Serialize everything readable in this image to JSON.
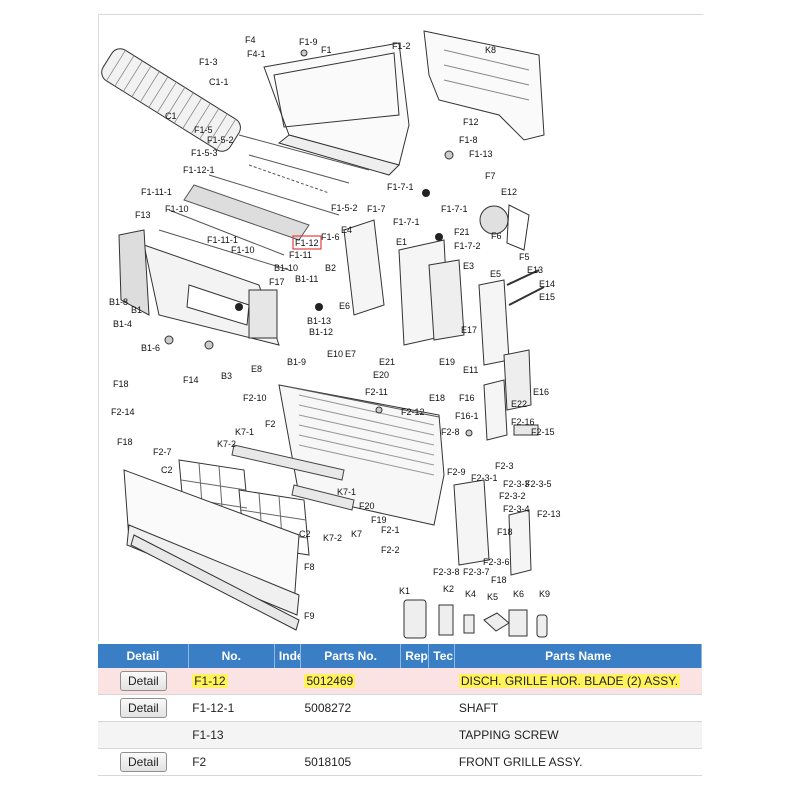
{
  "diagram": {
    "labels": [
      "F1-9",
      "F1",
      "F1-2",
      "K8",
      "F4",
      "F1-3",
      "F4-1",
      "C1-1",
      "C1",
      "F1-5",
      "F1-5-2",
      "F1-5-3",
      "F12",
      "F1-8",
      "F1-13",
      "F1-12-1",
      "F7",
      "E12",
      "F1-11-1",
      "F1-10",
      "F13",
      "F1-7-1",
      "F1-7",
      "F1-7-1",
      "F1-7-1",
      "F21",
      "F1-7-2",
      "F6",
      "F1-5-2",
      "F1-6",
      "F1-11-1",
      "F1-10",
      "F1-12",
      "F1-11",
      "E4",
      "E1",
      "F5",
      "E13",
      "E14",
      "E15",
      "B1-8",
      "B1-10",
      "B2",
      "B1-11",
      "E3",
      "E5",
      "B1",
      "B1-4",
      "B1-13",
      "B1-12",
      "E6",
      "F17",
      "B1-6",
      "B3",
      "E8",
      "B1-9",
      "E10",
      "E7",
      "E21",
      "E20",
      "E19",
      "E11",
      "E17",
      "F18",
      "F14",
      "F2-11",
      "F2-12",
      "E18",
      "E16",
      "E22",
      "F2-14",
      "F2-10",
      "F16",
      "F16-1",
      "F18",
      "F2",
      "K7-1",
      "K7-2",
      "F2-7",
      "F2-16",
      "F2-15",
      "F2-8",
      "C2",
      "F2-3",
      "F2-9",
      "F2-3-1",
      "F2-3-3",
      "F2-3-5",
      "F2-3-2",
      "F2-3-4",
      "F2-13",
      "K7-1",
      "F20",
      "F19",
      "C2",
      "K7-2",
      "K7",
      "F2-1",
      "F2-2",
      "F18",
      "F2-3-6",
      "F8",
      "F2-3-8",
      "F2-3-7",
      "F18",
      "K1",
      "K2",
      "K4",
      "K5",
      "K6",
      "K9",
      "F9"
    ]
  },
  "table": {
    "headers": [
      "Detail",
      "No.",
      "Inde",
      "Parts No.",
      "Rep",
      "Tec",
      "Parts Name"
    ],
    "detail_label": "Detail",
    "rows": [
      {
        "no": "F1-12",
        "index": "",
        "parts_no": "5012469",
        "rep": "",
        "tec": "",
        "name": "DISCH. GRILLE HOR. BLADE (2) ASSY.",
        "has_detail": true,
        "selected": true
      },
      {
        "no": "F1-12-1",
        "index": "",
        "parts_no": "5008272",
        "rep": "",
        "tec": "",
        "name": "SHAFT",
        "has_detail": true,
        "selected": false
      },
      {
        "no": "F1-13",
        "index": "",
        "parts_no": "",
        "rep": "",
        "tec": "",
        "name": "TAPPING SCREW",
        "has_detail": false,
        "selected": false
      },
      {
        "no": "F2",
        "index": "",
        "parts_no": "5018105",
        "rep": "",
        "tec": "",
        "name": "FRONT GRILLE ASSY.",
        "has_detail": true,
        "selected": false
      }
    ]
  },
  "colors": {
    "header_bg": "#3a7ec5",
    "selected_row": "#fbe3e3",
    "highlight": "#fff25a",
    "callout": "#e04040"
  }
}
